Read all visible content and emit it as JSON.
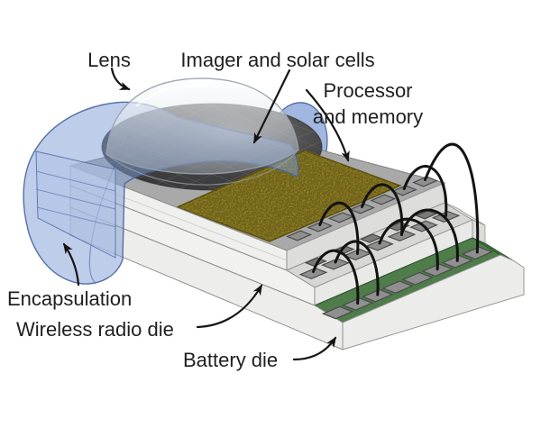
{
  "diagram": {
    "labels": {
      "lens": "Lens",
      "imager": "Imager and solar cells",
      "processor_line1": "Processor",
      "processor_line2": "and memory",
      "encapsulation": "Encapsulation",
      "radio": "Wireless radio die",
      "battery": "Battery die"
    },
    "colors": {
      "background": "#ffffff",
      "text_color": "#1f1f1f",
      "encapsulation_blue": "#7d9bd3",
      "encapsulation_edge": "#47649f",
      "cut_face_blue": "#b3c3e6",
      "cut_face_edge": "#5d79b0",
      "lens_edge": "#9aa3ae",
      "die_top_gray": "#a9a9a9",
      "imager_dark": "#3d3d3d",
      "processor_gold": "#b5a12d",
      "processor_edge": "#6e6318",
      "battery_green": "#4e7d49",
      "battery_green_edge": "#2f5130",
      "pad_gray": "#8f8f8f",
      "pad_back_gray": "#7a7a7a",
      "pad_border": "#4a4a4a",
      "die_body_white": "#efefed",
      "wire_black": "#131313"
    }
  }
}
